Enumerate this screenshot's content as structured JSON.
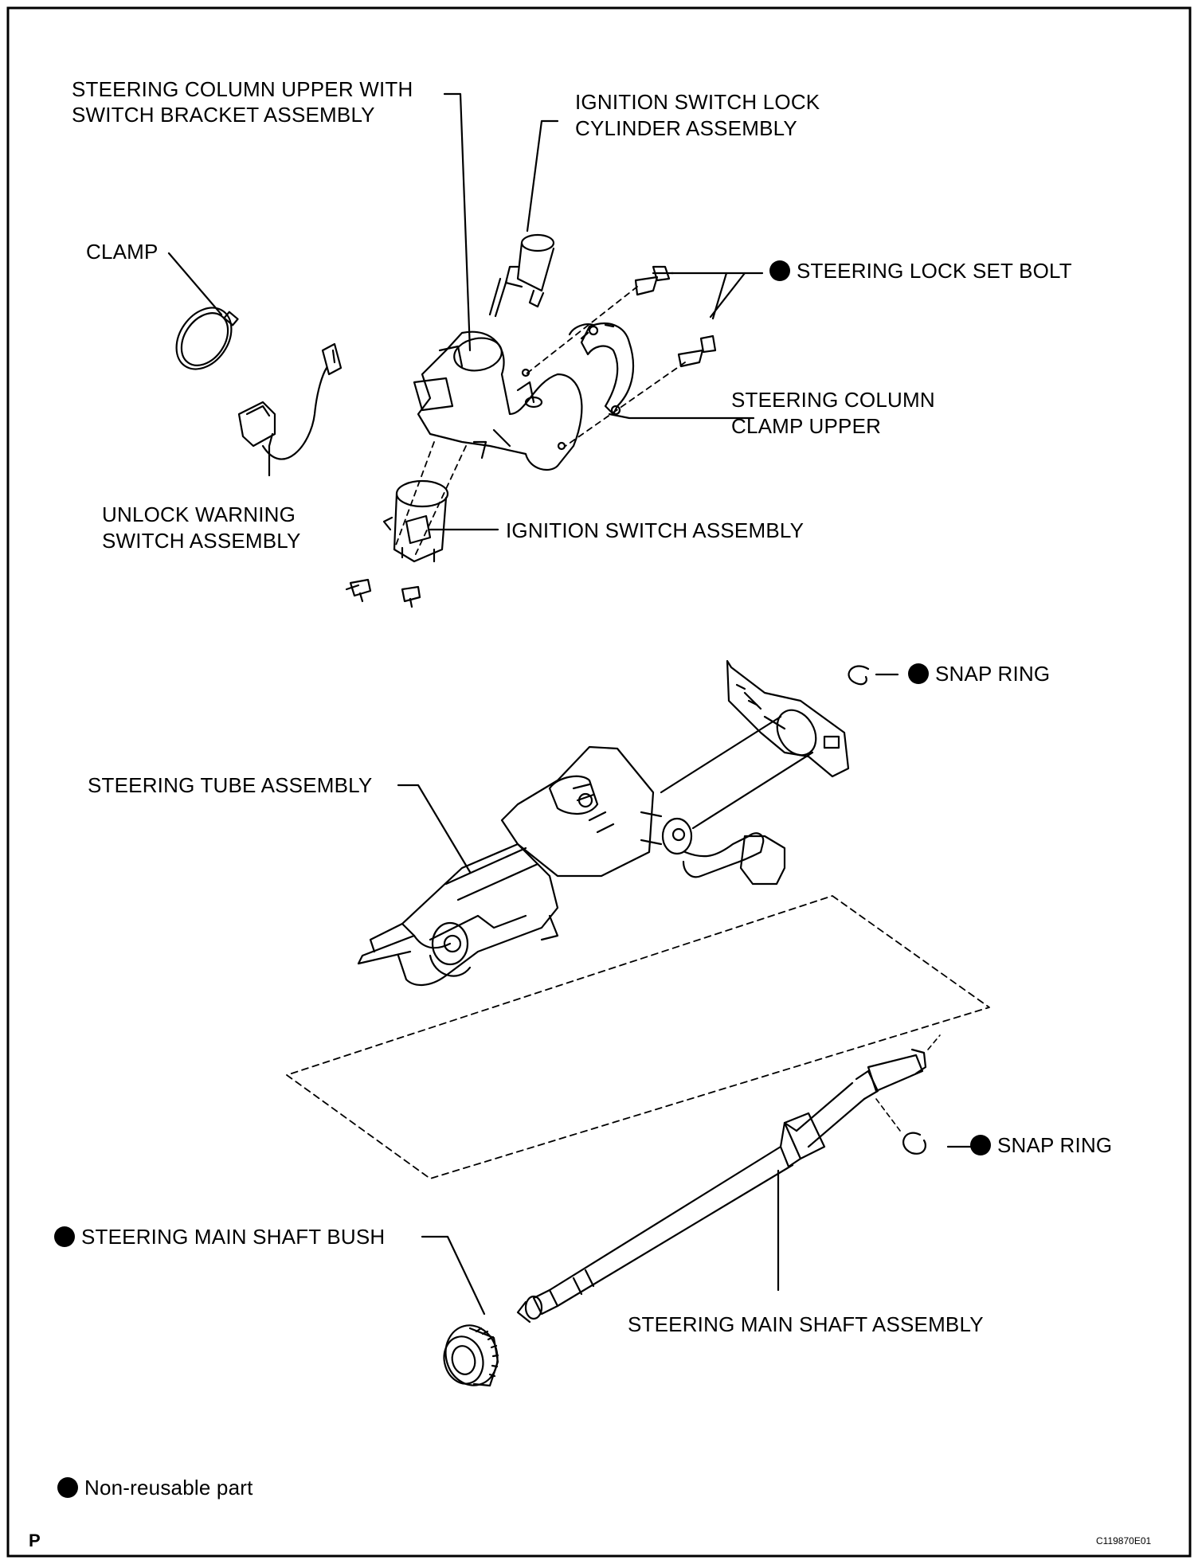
{
  "labels": {
    "column_upper_1": "STEERING COLUMN UPPER WITH",
    "column_upper_2": "SWITCH BRACKET ASSEMBLY",
    "lock_cylinder_1": "IGNITION SWITCH LOCK",
    "lock_cylinder_2": "CYLINDER ASSEMBLY",
    "clamp": "CLAMP",
    "lock_set_bolt": "STEERING LOCK SET BOLT",
    "clamp_upper_1": "STEERING COLUMN",
    "clamp_upper_2": "CLAMP UPPER",
    "unlock_warning_1": "UNLOCK WARNING",
    "unlock_warning_2": "SWITCH ASSEMBLY",
    "ignition_switch": "IGNITION SWITCH ASSEMBLY",
    "snap_ring_top": "SNAP RING",
    "tube_assembly": "STEERING TUBE ASSEMBLY",
    "snap_ring_bottom": "SNAP RING",
    "main_shaft_bush": "STEERING MAIN SHAFT BUSH",
    "main_shaft_assembly": "STEERING MAIN SHAFT ASSEMBLY",
    "legend": "Non-reusable part",
    "corner_letter": "P",
    "figure_code": "C119870E01"
  },
  "legend_symbol": "filled-circle",
  "colors": {
    "line": "#000000",
    "background": "#ffffff"
  }
}
